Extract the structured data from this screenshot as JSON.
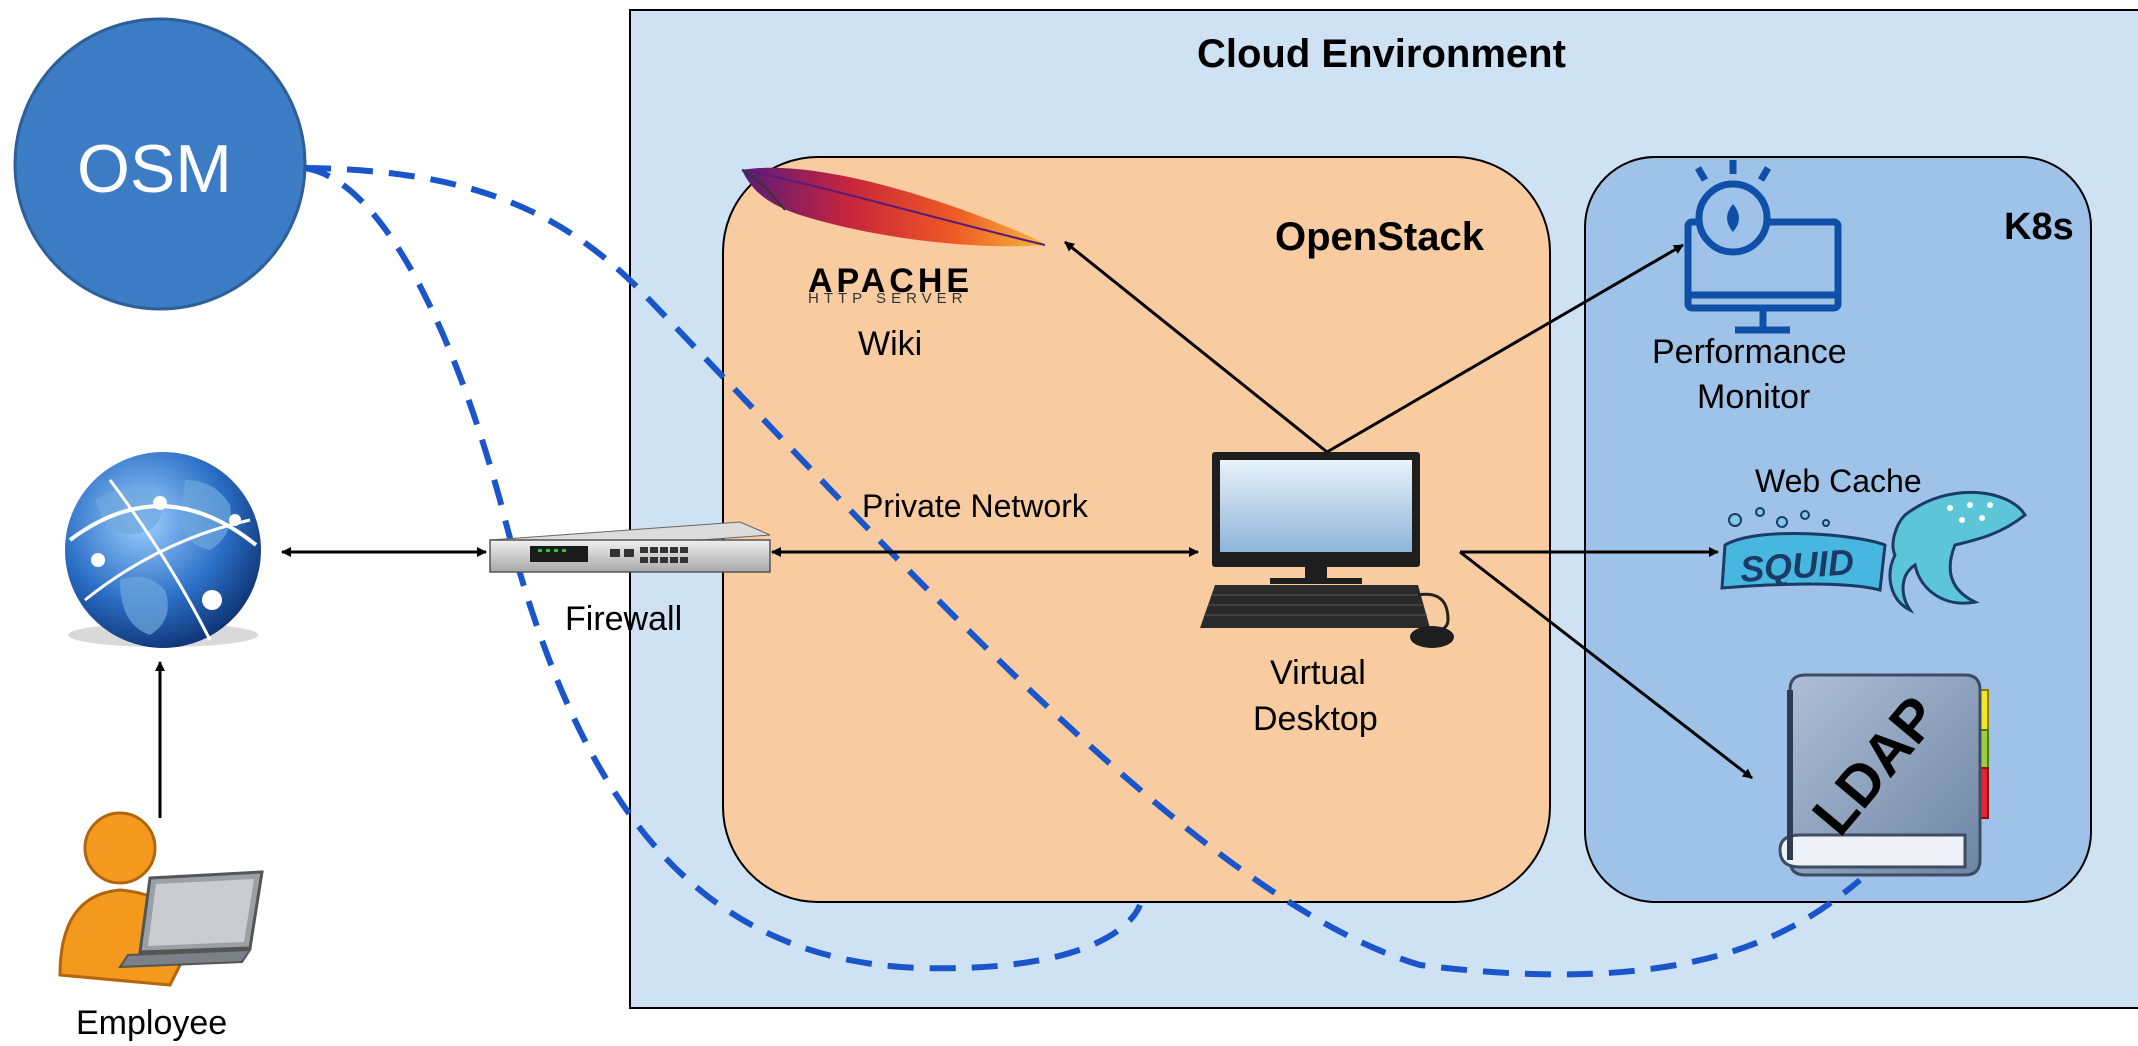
{
  "diagram": {
    "cloud_title": "Cloud Environment",
    "openstack_title": "OpenStack",
    "k8s_title": "K8s",
    "osm_label": "OSM",
    "internet_icon": "globe-icon",
    "firewall_label": "Firewall",
    "firewall_icon": "network-switch-icon",
    "employee_label": "Employee",
    "employee_icon": "user-laptop-icon",
    "private_network_label": "Private Network",
    "desktop_label_line1": "Virtual",
    "desktop_label_line2": "Desktop",
    "desktop_icon": "desktop-computer-icon",
    "wiki_label": "Wiki",
    "apache_logo_text": "APACHE",
    "apache_logo_subtext": "HTTP SERVER",
    "apache_icon": "apache-feather-logo",
    "monitor_label_line1": "Performance",
    "monitor_label_line2": "Monitor",
    "monitor_icon": "performance-monitor-icon",
    "web_cache_label": "Web Cache",
    "squid_logo_text": "SQUID",
    "squid_icon": "squid-logo",
    "ldap_book_text": "LDAP",
    "ldap_icon": "ldap-book-icon",
    "colors": {
      "cloud_fill": "#cfe2f3",
      "openstack_fill": "#f8cba0",
      "k8s_fill": "#9fc3e8",
      "osm_fill": "#3b7cc4",
      "dashed_line": "#1a56c9",
      "employee_orange": "#f39a1e"
    }
  }
}
